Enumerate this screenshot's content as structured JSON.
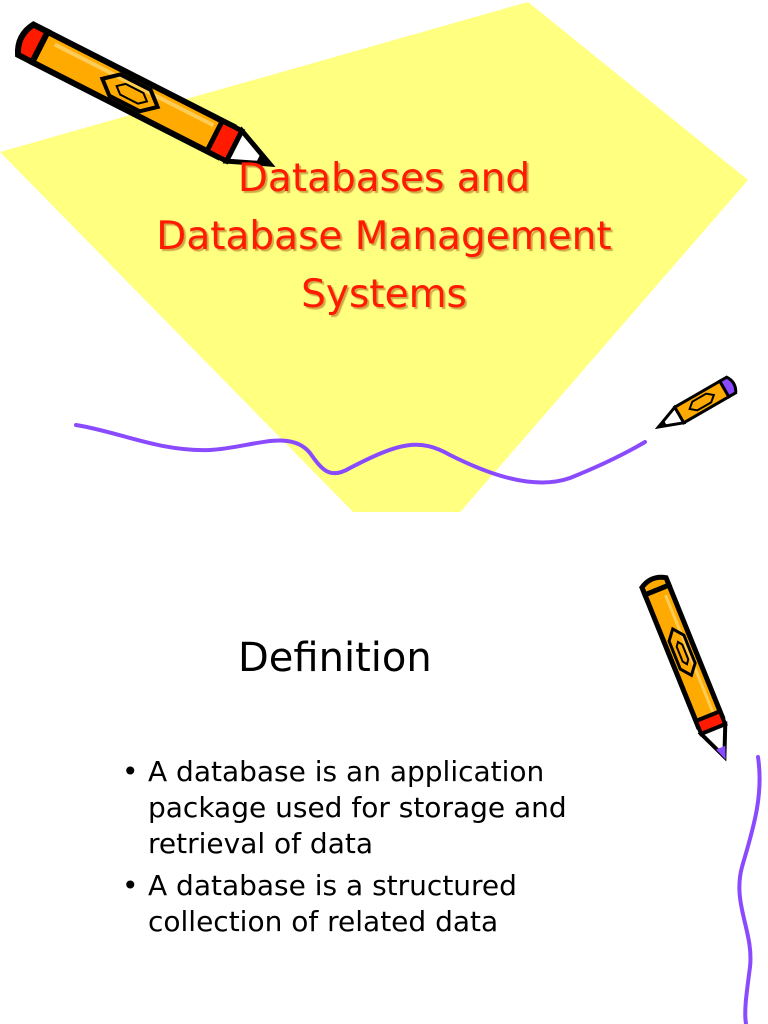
{
  "slide1": {
    "title_lines": [
      "Databases and",
      "Database Management",
      "Systems"
    ]
  },
  "slide2": {
    "heading": "Definition",
    "bullet_symbol": "•",
    "bullets": [
      "A database is an application package used for storage and retrieval of data",
      "A database is a structured collection of related data"
    ]
  },
  "colors": {
    "title_red": "#ff1a00",
    "diamond_yellow": "#ffff80",
    "curve_purple": "#8a4bff",
    "pencil_orange": "#ffaa00",
    "pencil_red": "#ff1a00"
  },
  "decorations": {
    "icons": [
      "large-pencil-icon",
      "small-pencil-icon",
      "vertical-pencil-icon"
    ]
  }
}
